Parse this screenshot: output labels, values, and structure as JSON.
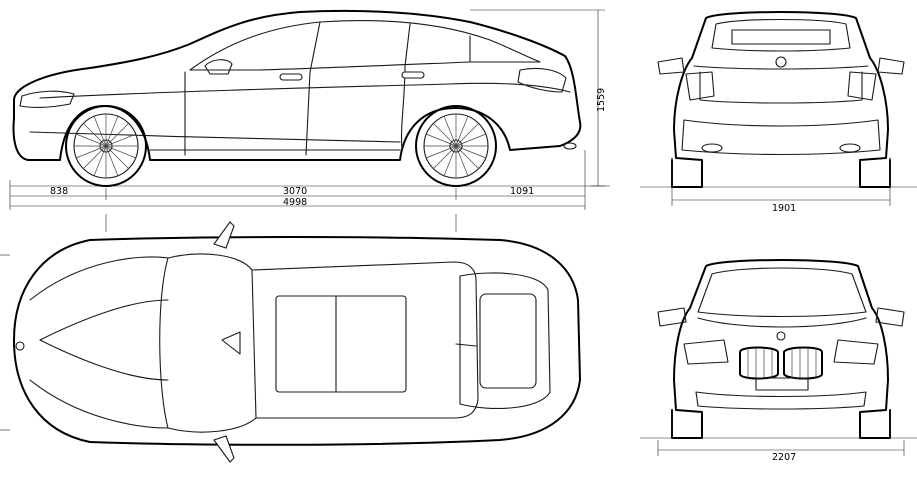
{
  "dimensions": {
    "front_overhang": "838",
    "wheelbase": "3070",
    "rear_overhang": "1091",
    "overall_length": "4998",
    "overall_height": "1559",
    "width_body": "1901",
    "width_mirrors": "2207"
  },
  "icons": [
    "car-side-view",
    "car-rear-view",
    "car-top-view",
    "car-front-view",
    "wheel",
    "mirror",
    "grille",
    "roundel-emblem"
  ]
}
